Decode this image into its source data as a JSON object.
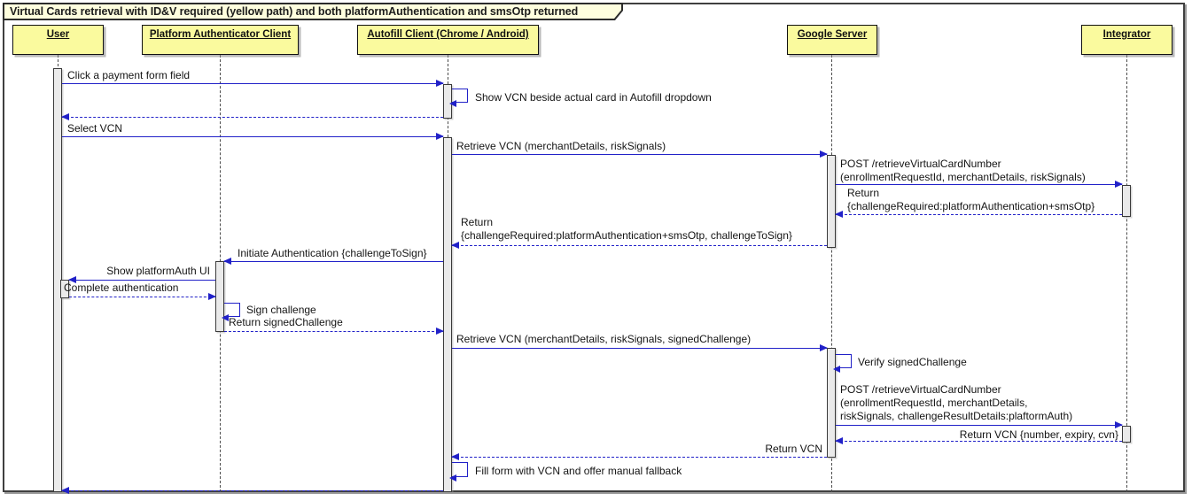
{
  "diagram_type": "uml-sequence",
  "title": "Virtual Cards retrieval with ID&V required (yellow path) and both platformAuthentication and smsOtp returned",
  "participants": {
    "user": "User",
    "platform": "Platform Authenticator Client",
    "autofill": "Autofill Client (Chrome / Android)",
    "google": "Google Server",
    "integrator": "Integrator"
  },
  "messages": {
    "m1": "Click a payment form field",
    "m2": "Show VCN beside actual card in Autofill dropdown",
    "m3": "Select VCN",
    "m4": "Retrieve VCN (merchantDetails, riskSignals)",
    "m5a": "POST /retrieveVirtualCardNumber",
    "m5b": "(enrollmentRequestId, merchantDetails, riskSignals)",
    "m6a": "Return",
    "m6b": "{challengeRequired:platformAuthentication+smsOtp}",
    "m7a": "Return",
    "m7b": "{challengeRequired:platformAuthentication+smsOtp, challengeToSign}",
    "m8": "Initiate Authentication {challengeToSign}",
    "m9": "Show platformAuth UI",
    "m10": "Complete authentication",
    "m11": "Sign challenge",
    "m12": "Return signedChallenge",
    "m13": "Retrieve VCN (merchantDetails, riskSignals, signedChallenge)",
    "m14": "Verify signedChallenge",
    "m15a": "POST /retrieveVirtualCardNumber",
    "m15b": "(enrollmentRequestId, merchantDetails,",
    "m15c": "riskSignals, challengeResultDetails:plaftormAuth)",
    "m16": "Return VCN {number, expiry, cvn}",
    "m17": "Return VCN",
    "m18": "Fill form with VCN and offer manual fallback"
  },
  "colors": {
    "arrow": "#2121c8",
    "participant_fill": "#fafa9e",
    "title_fill": "#fefede",
    "activation_fill": "#eaeaea",
    "frame_border": "#3f3f3f"
  }
}
